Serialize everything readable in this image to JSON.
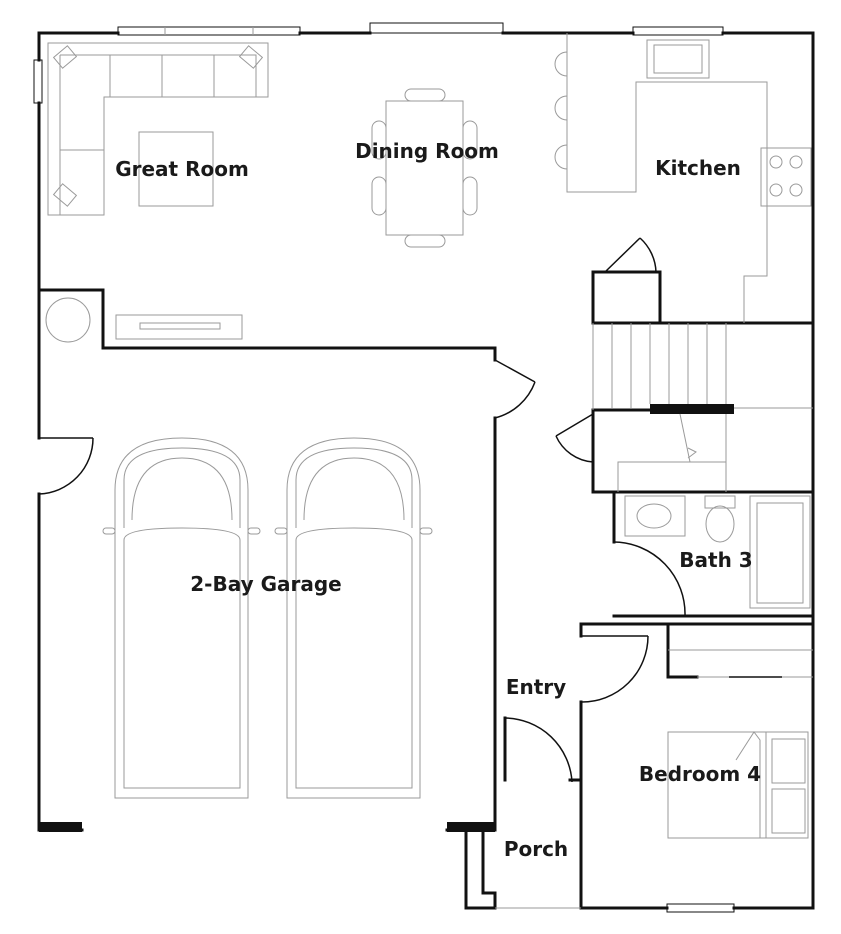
{
  "rooms": {
    "great_room": "Great Room",
    "dining_room": "Dining Room",
    "kitchen": "Kitchen",
    "garage": "2-Bay Garage",
    "bath3": "Bath 3",
    "entry": "Entry",
    "bedroom4": "Bedroom 4",
    "porch": "Porch"
  },
  "colors": {
    "wall": "#111111",
    "fixture": "#9a9a9a",
    "background": "#ffffff"
  }
}
